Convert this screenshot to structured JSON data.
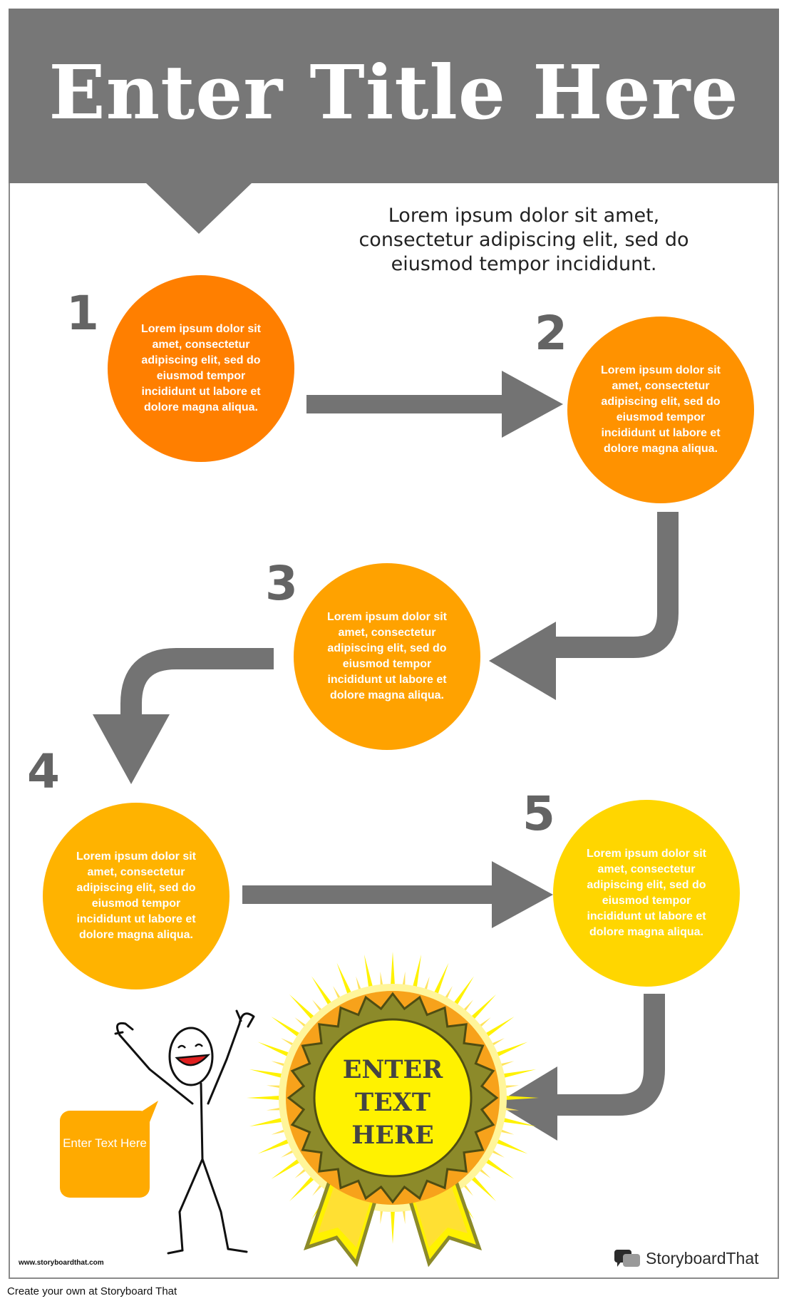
{
  "header": {
    "title": "Enter Title Here",
    "intro": "Lorem ipsum dolor sit amet, consectetur adipiscing elit, sed do eiusmod tempor incididunt."
  },
  "steps": [
    {
      "number": "1",
      "text": "Lorem ipsum dolor sit amet, consectetur adipiscing elit, sed do eiusmod tempor incididunt ut labore et dolore magna aliqua.",
      "color": "#FF7F00"
    },
    {
      "number": "2",
      "text": "Lorem ipsum dolor sit amet, consectetur adipiscing elit, sed do eiusmod tempor incididunt ut labore et dolore magna aliqua.",
      "color": "#FF9200"
    },
    {
      "number": "3",
      "text": "Lorem ipsum dolor sit amet, consectetur adipiscing elit, sed do eiusmod tempor incididunt ut labore et dolore magna aliqua.",
      "color": "#FFA200"
    },
    {
      "number": "4",
      "text": "Lorem ipsum dolor sit amet, consectetur adipiscing elit, sed do eiusmod tempor incididunt ut labore et dolore magna aliqua.",
      "color": "#FFB300"
    },
    {
      "number": "5",
      "text": "Lorem ipsum dolor sit amet, consectetur adipiscing elit, sed do eiusmod tempor incididunt ut labore et dolore magna aliqua.",
      "color": "#FFD600"
    }
  ],
  "badge": {
    "text": "ENTER TEXT HERE"
  },
  "speech_bubble": {
    "text": "Enter Text Here",
    "color": "#FFAA00"
  },
  "colors": {
    "header": "#777777",
    "arrow": "#737373",
    "badge_yellow": "#FFF200",
    "badge_olive": "#8C8A2A"
  },
  "watermark": {
    "website": "www.storyboardthat.com",
    "brand": "StoryboardThat"
  },
  "footer": {
    "text": "Create your own at Storyboard That"
  }
}
